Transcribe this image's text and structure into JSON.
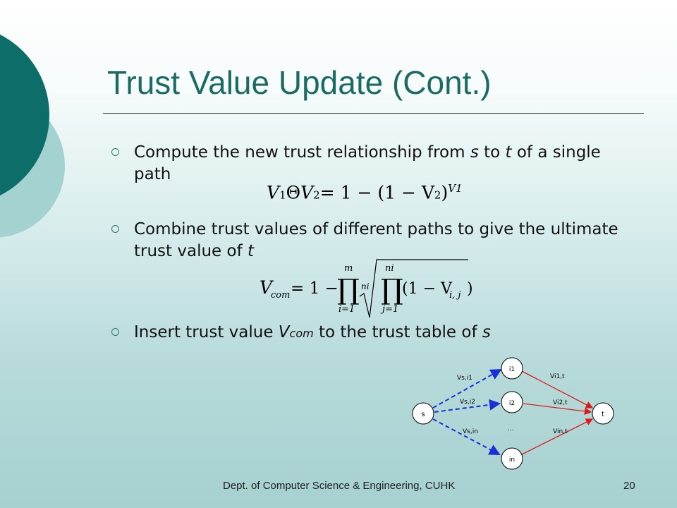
{
  "slide": {
    "title": "Trust Value Update (Cont.)",
    "footer": "Dept. of Computer Science & Engineering, CUHK",
    "page_number": "20"
  },
  "bullets": [
    {
      "parts": [
        "Compute the new trust relationship from ",
        "s",
        " to ",
        "t",
        " of a single path"
      ]
    },
    {
      "parts": [
        "Combine trust values of different paths to give the ultimate trust value of ",
        "t"
      ]
    },
    {
      "parts": [
        "Insert trust value ",
        "V",
        "com",
        " to the trust table of ",
        "s"
      ]
    }
  ],
  "formula1": {
    "lhs_a": "V",
    "lhs_a_sub": "1",
    "op": "Θ",
    "lhs_b": "V",
    "lhs_b_sub": "2",
    "eq": "= 1 − (1 − V",
    "rhs_sub": "2",
    "close": ")",
    "exp": "V1"
  },
  "formula2": {
    "lhs": "V",
    "lhs_sub": "com",
    "eq": "= 1 −",
    "prod_sym": "∏",
    "outer_top": "m",
    "outer_bottom": "i=1",
    "root_index": "ni",
    "inner_top": "ni",
    "inner_bottom": "j=1",
    "term": "(1 − V",
    "term_sub": "i, j",
    "term_close": ")"
  },
  "diagram": {
    "nodes": {
      "s": "s",
      "t": "t",
      "i1": "i1",
      "i2": "i2",
      "in": "in"
    },
    "labels": {
      "vs_i1": "Vs,i1",
      "vs_i2": "Vs,i2",
      "vs_in": "Vs,in",
      "vi1_t": "Vi1,t",
      "vi2_t": "Vi2,t",
      "vin_t": "Vin,t",
      "ellipsis": "..."
    },
    "colors": {
      "dashed": "#1a2fd6",
      "solid": "#e01a1a"
    }
  },
  "colors": {
    "title": "#1b6b62",
    "deco_dark": "#0d6d68",
    "deco_light": "#a3d2d0"
  }
}
